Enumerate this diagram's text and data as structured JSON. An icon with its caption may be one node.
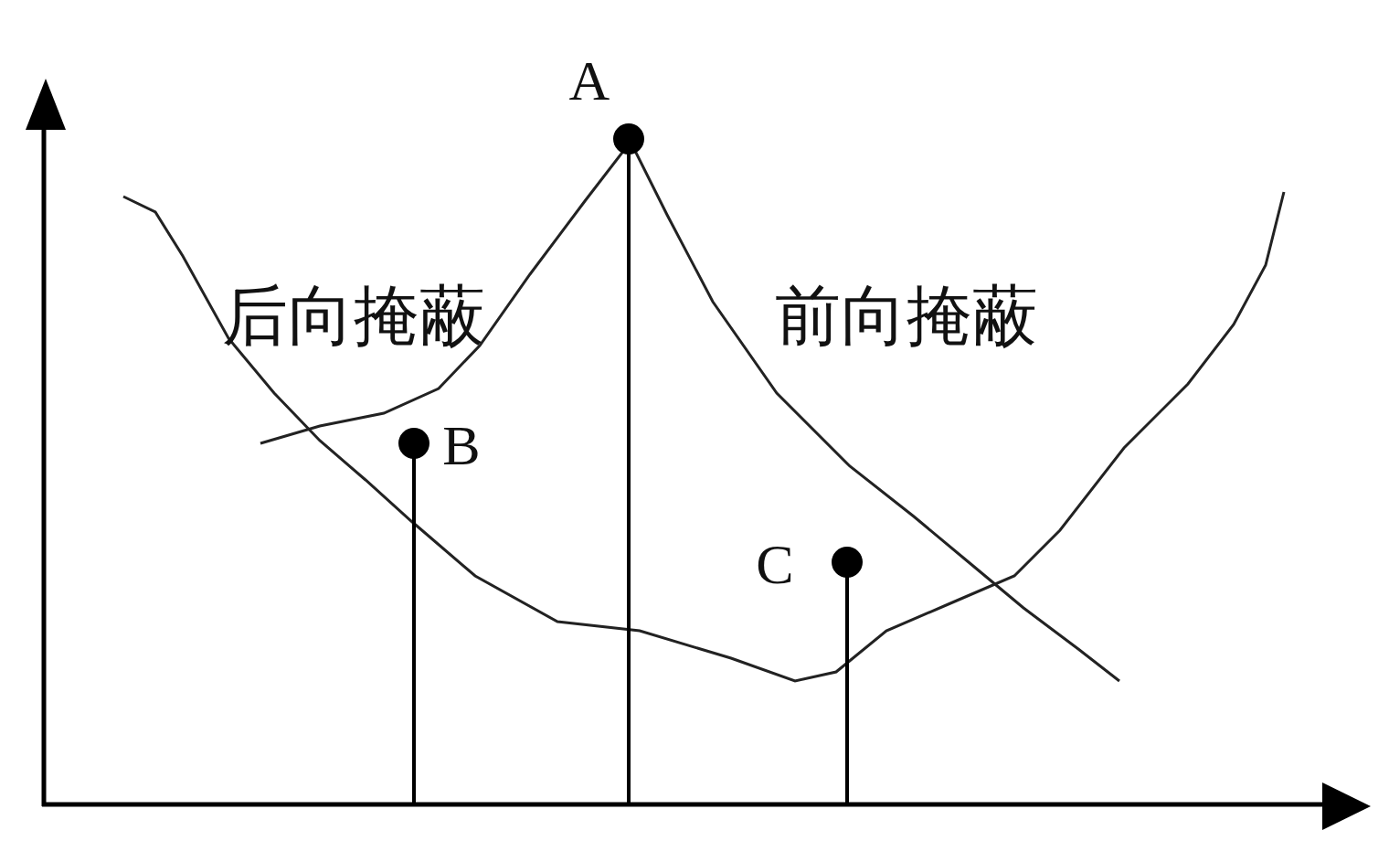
{
  "diagram": {
    "labels": [
      "A",
      "后向掩蔽",
      "前向掩蔽",
      "B",
      "C"
    ]
  }
}
